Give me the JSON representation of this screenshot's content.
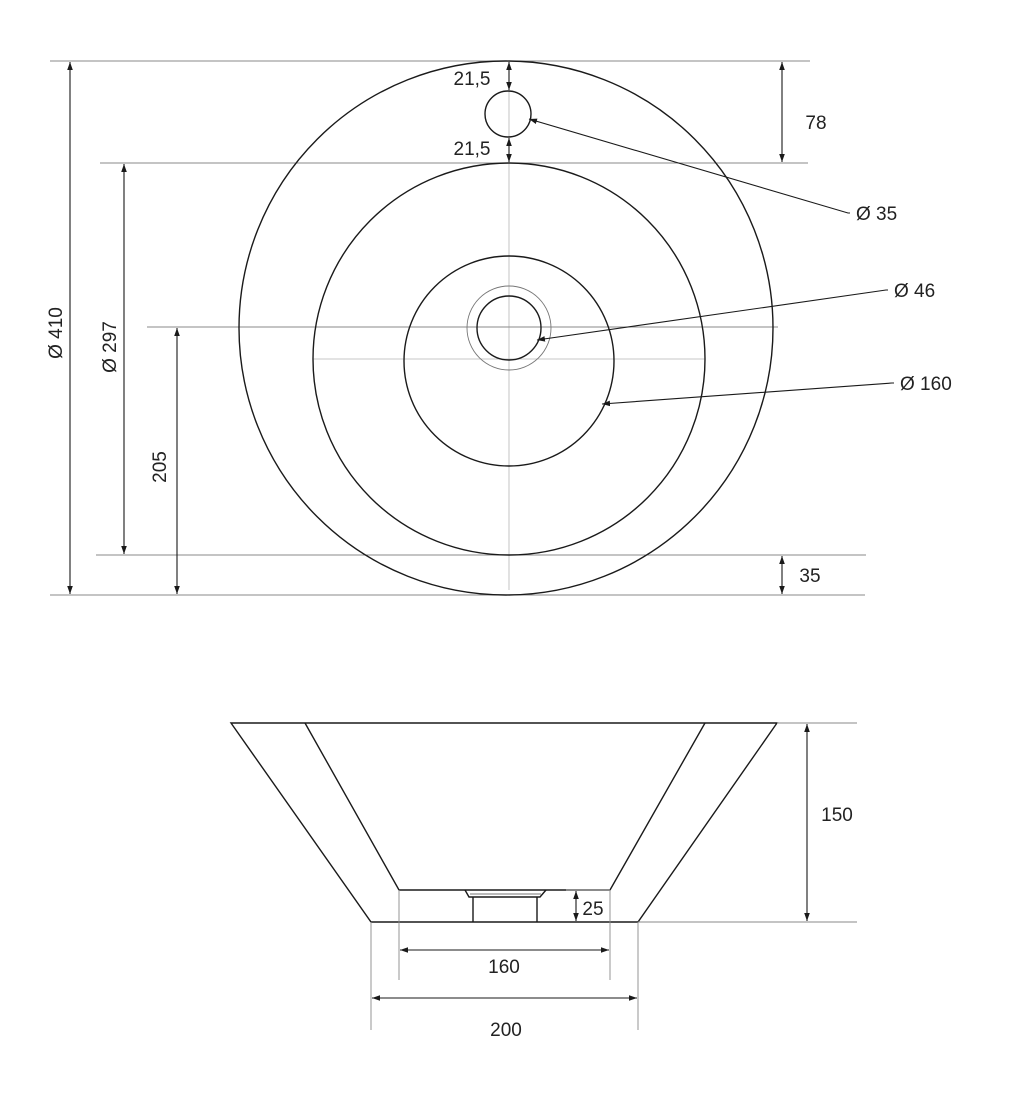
{
  "top_view": {
    "dimensions": {
      "overall_diameter": "Ø 410",
      "bowl_diameter": "Ø 297",
      "center_height": "205",
      "tap_hole_top_offset": "21,5",
      "tap_hole_bottom_offset": "21,5",
      "tap_zone_height": "78",
      "bottom_rim_offset": "35"
    },
    "callouts": {
      "tap_hole": "Ø 35",
      "drain": "Ø 46",
      "base": "Ø 160"
    }
  },
  "side_view": {
    "dimensions": {
      "height": "150",
      "drain_height": "25",
      "inner_base_width": "160",
      "outer_base_width": "200"
    }
  },
  "colors": {
    "line": "#1a1a1a",
    "extension_line": "#8a8a8a",
    "center_line": "#b5b5b5"
  }
}
